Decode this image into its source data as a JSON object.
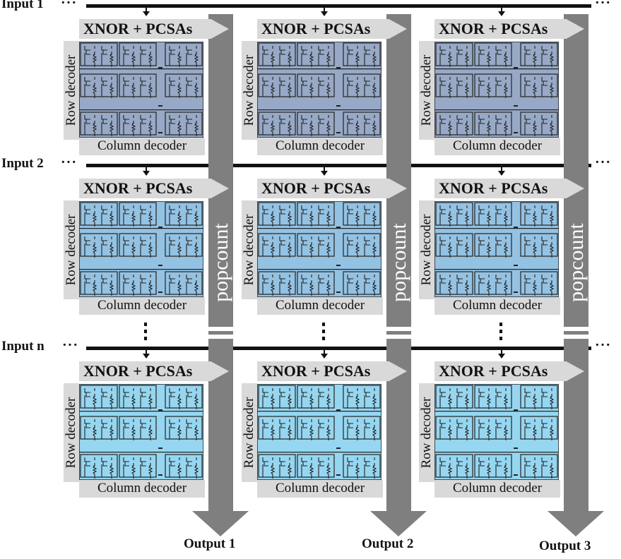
{
  "inputs": [
    {
      "label": "Input 1",
      "dots": "···"
    },
    {
      "label": "Input 2",
      "dots": "···"
    },
    {
      "label": "Input n",
      "dots": "···"
    }
  ],
  "trailing_dots": "···",
  "block": {
    "sa_label": "XNOR + PCSAs",
    "row_decoder_label": "Row decoder",
    "column_decoder_label": "Column decoder"
  },
  "popcount_label": "popcount",
  "outputs": [
    "Output 1",
    "Output 2",
    "Output 3"
  ],
  "colors": {
    "array_row1": "#97a9c6",
    "array_row2": "#94c2e3",
    "array_row3": "#96d6f0",
    "popcount": "#7f7f7f",
    "decoder": "#d9d9d9"
  }
}
